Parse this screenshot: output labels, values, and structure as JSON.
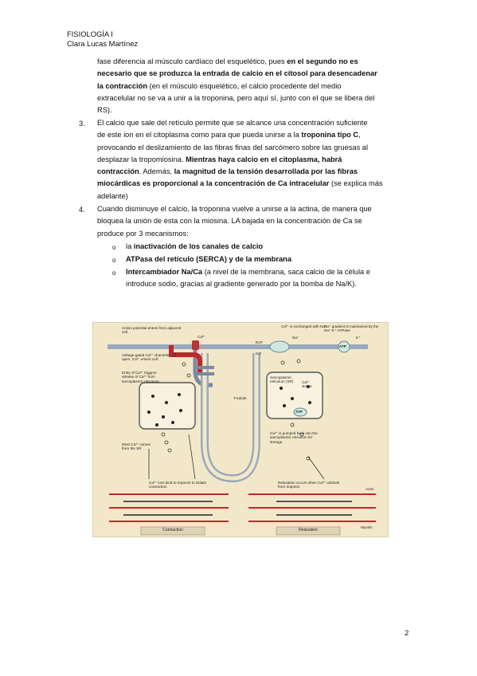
{
  "header": {
    "course": "FISIOLOGÍA I",
    "author": "Clara Lucas Martínez"
  },
  "cont": {
    "l1_a": "fase diferencia al músculo cardíaco del esquelético, pues ",
    "l1_b": "en el segundo no es",
    "l2": "necesario que se produzca la entrada de calcio en el citosol para desencadenar",
    "l3_a": "la contracción",
    "l3_b": " (en el músculo esquelético, el calcio procedente del medio",
    "l4": "extracelular no se va a unir a la troponina, pero aquí sí, junto con el que se libera del",
    "l5": "RS)."
  },
  "item3": {
    "num": "3.",
    "l1": "El calcio que sale del retículo permite que se alcance una concentración suficiente",
    "l2_a": "de este ion en el citoplasma como para que pueda unirse a la ",
    "l2_b": "troponina tipo C",
    "l2_c": ",",
    "l3": "provocando el deslizamiento de las fibras finas del sarcómero sobre las gruesas al",
    "l4_a": "desplazar la tropomiosina. ",
    "l4_b": "Mientras haya calcio en el citoplasma, habrá",
    "l5_a": "contracción",
    "l5_b": ". Además, ",
    "l5_c": "la magnitud de la tensión desarrollada por las fibras",
    "l6_a": "miocárdicas es proporcional a la concentración de Ca intracelular",
    "l6_b": " (se explica más",
    "l7": "adelante)"
  },
  "item4": {
    "num": "4.",
    "l1": "Cuando disminuye el calcio, la troponina vuelve a unirse a la actina, de manera que",
    "l2": "bloquea la unión de esta con la miosina. LA bajada en la concentración de Ca se",
    "l3": "produce por 3 mecanismos:",
    "bullet": "o",
    "b1_a": "la ",
    "b1_b": "inactivación de los canales de calcio",
    "b2": "ATPasa del retículo (SERCA) y de la membrana",
    "b3_a": "Intercambiador Na/Ca",
    "b3_b": " (a nivel de la membrana, saca calcio de la célula e",
    "b3_c": "introduce sodio, gracias al gradiente generado por la bomba de Na/K)."
  },
  "figure": {
    "s1": "Action potential enters from adjacent cell.",
    "s2": "Voltage-gated Ca²⁺ channels open. Ca²⁺ enters cell.",
    "s3": "Entry of Ca²⁺ triggers release of Ca²⁺ from sarcoplasmic reticulum.",
    "s4": "Most Ca²⁺ comes from the SR",
    "s5": "Ca²⁺ ions bind to troponin to initiate contraction",
    "s6": "Ca²⁺ is exchanged with Na⁺.",
    "s7": "Ca²⁺ is pumped back into the sarcoplasmic reticulum for storage.",
    "s8": "Na⁺ gradient is maintained by the Na⁺-K⁺-ATPase",
    "s9": "Relaxation occurs when Ca²⁺ unbinds from troponin.",
    "ecf": "ECF",
    "icf": "ICF",
    "ttubule": "T-tubule",
    "sr": "Sarcoplasmic reticulum (SR)",
    "ca_stores": "Ca²⁺ stores",
    "atp": "ATP",
    "actin": "Actin",
    "myosin": "Myosin",
    "contraction": "Contraction",
    "relaxation": "Relaxation",
    "ca": "Ca²⁺",
    "na": "Na⁺",
    "k": "K⁺"
  },
  "page_number": "2"
}
